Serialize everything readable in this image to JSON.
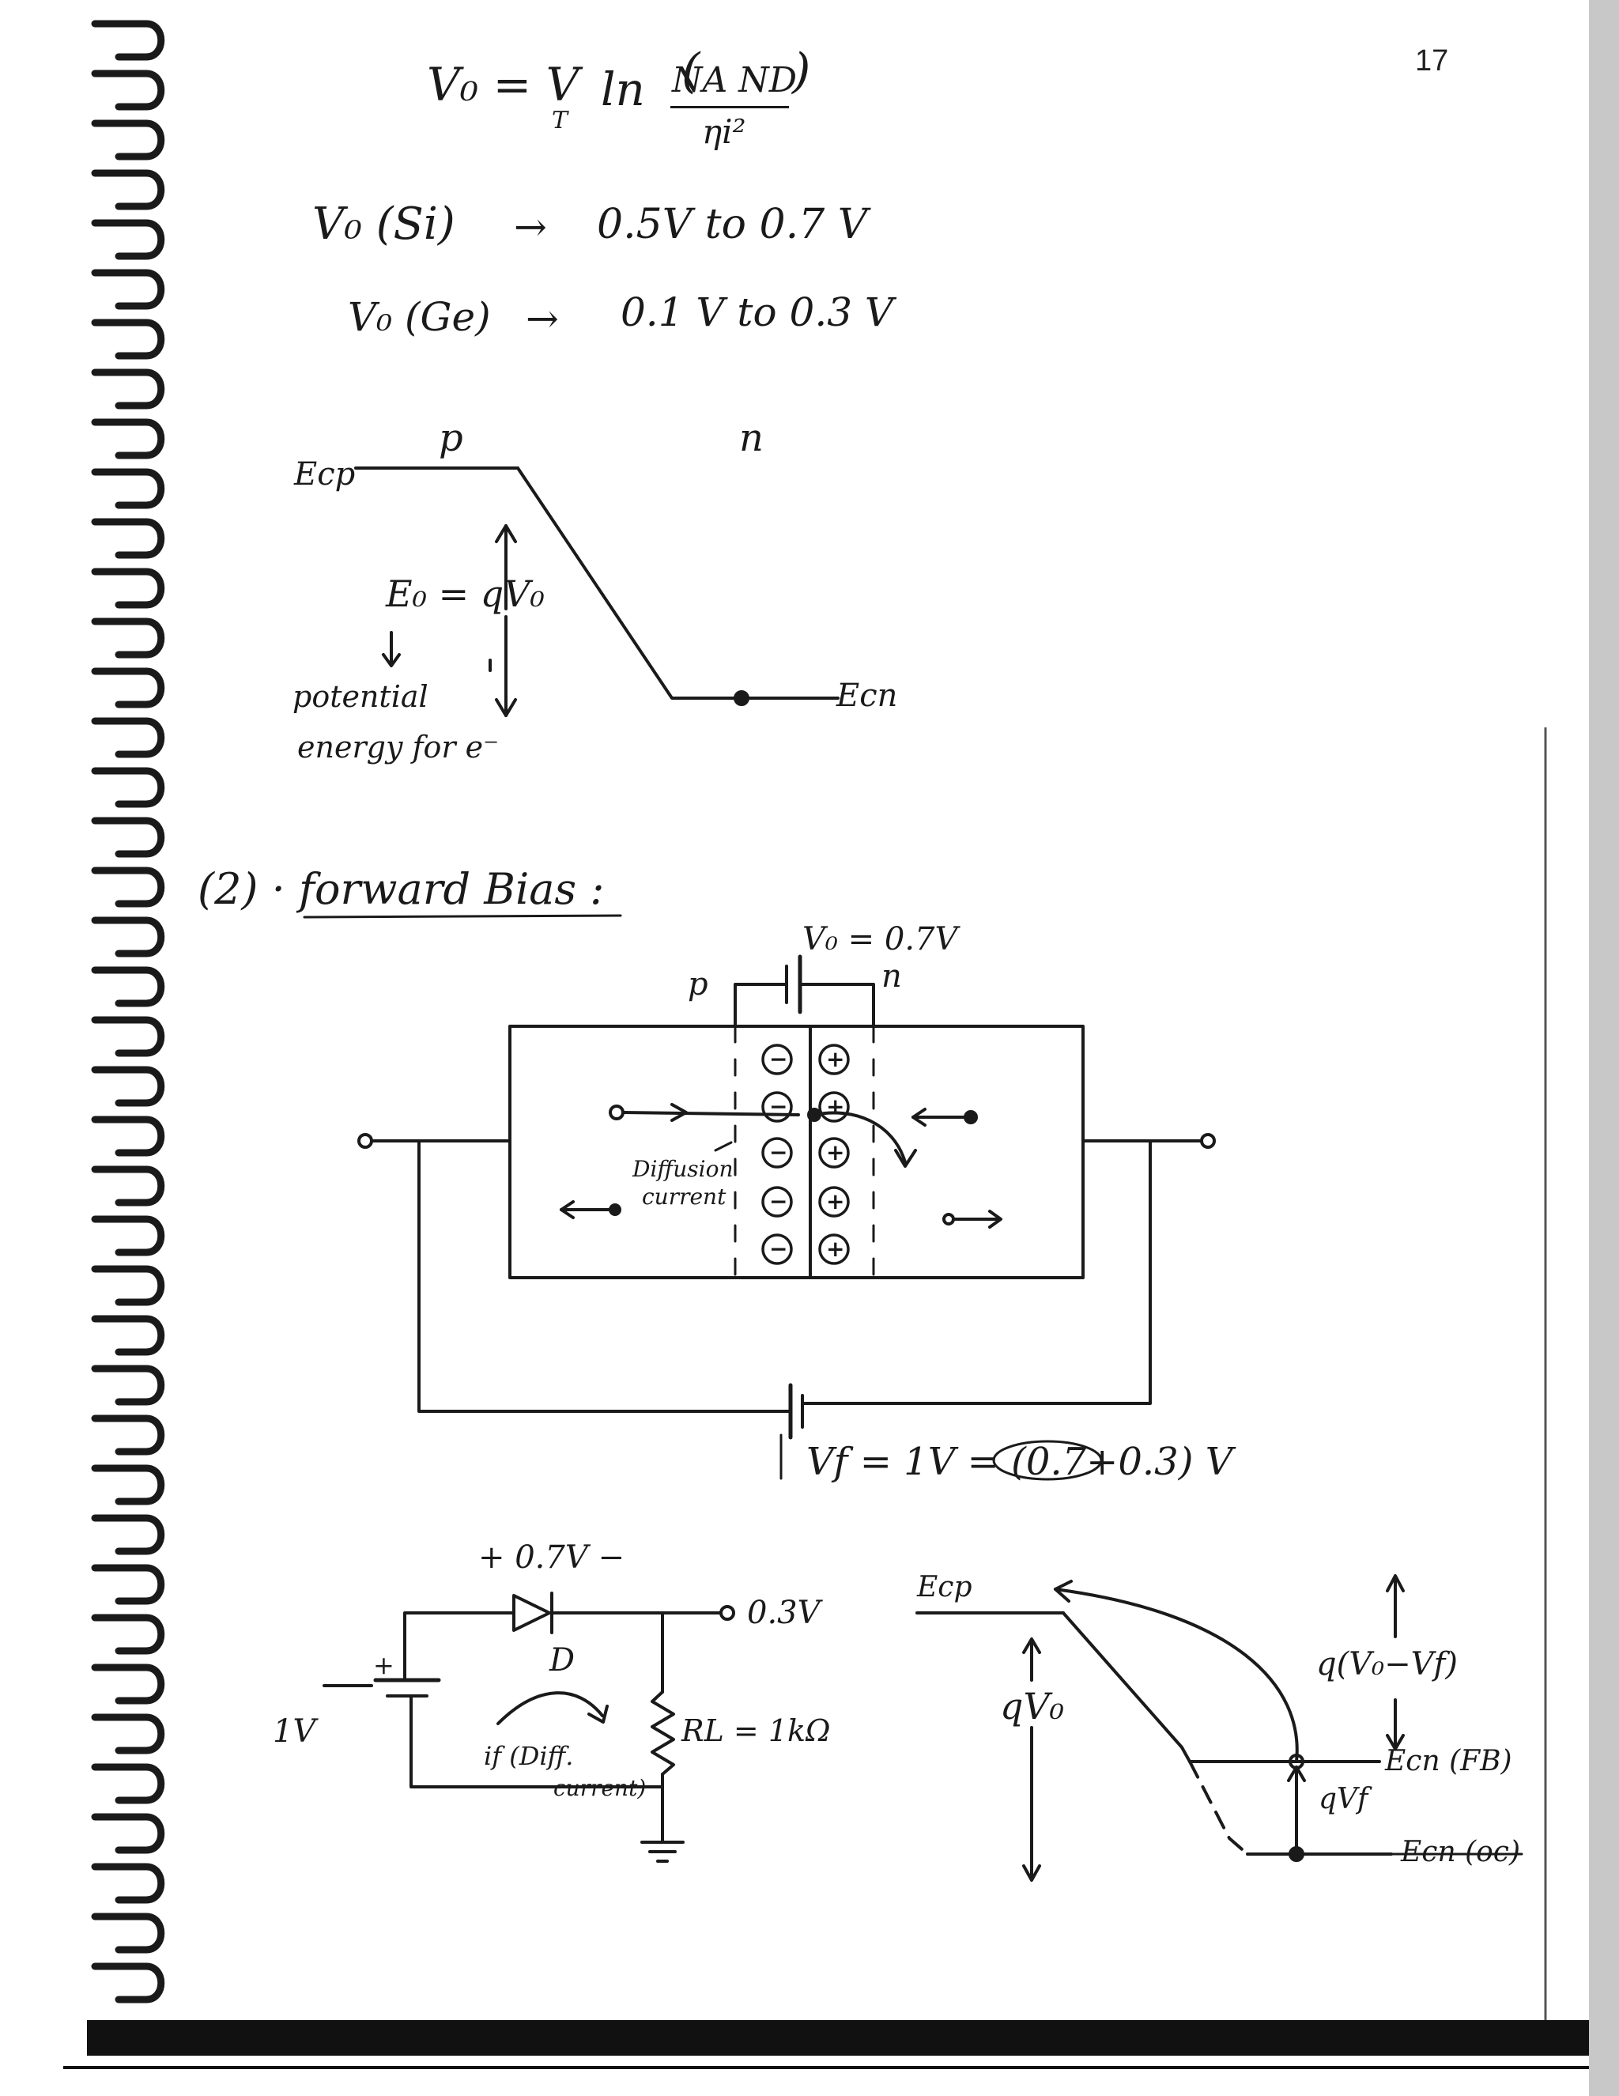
{
  "page": {
    "number": "17"
  },
  "equation": {
    "lhs": "V₀ = V",
    "sub_T": "T",
    "ln": "ln",
    "numerator": "NA ND",
    "denominator": "ηi²"
  },
  "barrier_values": {
    "si_label": "V₀ (Si)",
    "si_range": "0.5V  to  0.7 V",
    "ge_label": "V₀ (Ge)",
    "ge_range": "0.1 V  to  0.3 V",
    "arrow": "→"
  },
  "band_diagram_1": {
    "p_label": "p",
    "n_label": "n",
    "ecp": "Ecp",
    "ecn": "Ecn",
    "energy_eq": "E₀  =  qV₀",
    "note_line1": "potential",
    "note_line2": "energy for e⁻"
  },
  "section": {
    "heading": "(2) · forward Bias :"
  },
  "junction_diagram": {
    "vo_label": "V₀ = 0.7V",
    "p_label": "p",
    "n_label": "n",
    "minus_sign": "−",
    "plus_sign": "+",
    "diffusion_line1": "Diffusion",
    "diffusion_line2": "current",
    "vf_label": "Vf = 1V = (0.7+0.3) V"
  },
  "circuit": {
    "diode_drop": "+ 0.7V −",
    "diode_label": "D",
    "output_voltage": "0.3V",
    "source_voltage": "1V",
    "plus": "+",
    "resistor": "RL = 1kΩ",
    "current_line1": "if (Diff.",
    "current_line2": "current)"
  },
  "band_diagram_2": {
    "ecp": "Ecp",
    "qvo": "qV₀",
    "qdiff": "q(V₀−Vf)",
    "ecn_fb": "Ecn (FB)",
    "qvf": "qVf",
    "ecn_oc": "Ecn (oc)"
  }
}
